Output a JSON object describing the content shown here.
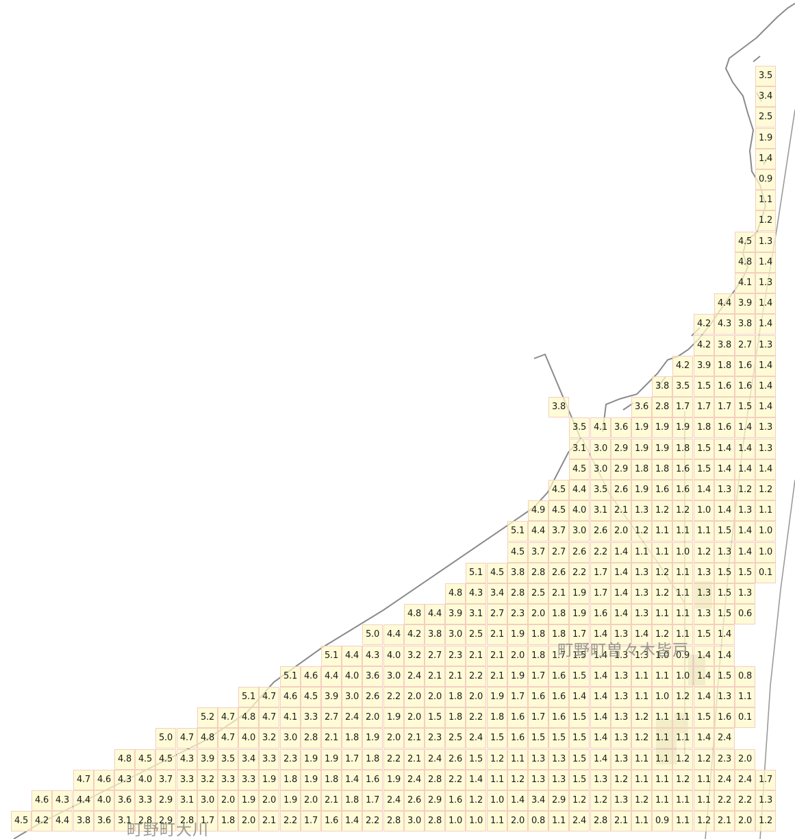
{
  "colors": {
    "cell_fill": "#fffac8",
    "cell_border": "#f3cfc0",
    "road": "#8a8a8a",
    "building": "#c8c8c0",
    "label": "#787878"
  },
  "place_labels": {
    "sogikaito": "町野町曽々木皆戸",
    "okawa": "町野町大川"
  },
  "rows": [
    {
      "start": 37,
      "values": [
        "3.5"
      ]
    },
    {
      "start": 37,
      "values": [
        "3.4"
      ]
    },
    {
      "start": 37,
      "values": [
        "2.5"
      ]
    },
    {
      "start": 37,
      "values": [
        "1.9"
      ]
    },
    {
      "start": 37,
      "values": [
        "1.4"
      ]
    },
    {
      "start": 37,
      "values": [
        "0.9"
      ]
    },
    {
      "start": 37,
      "values": [
        "1.1"
      ]
    },
    {
      "start": 37,
      "values": [
        "1.2"
      ]
    },
    {
      "start": 36,
      "values": [
        "4.5",
        "1.3"
      ]
    },
    {
      "start": 36,
      "values": [
        "4.8",
        "1.4"
      ]
    },
    {
      "start": 36,
      "values": [
        "4.1",
        "1.3"
      ]
    },
    {
      "start": 35,
      "values": [
        "4.4",
        "3.9",
        "1.4"
      ]
    },
    {
      "start": 34,
      "values": [
        "4.2",
        "4.3",
        "3.8",
        "1.4"
      ]
    },
    {
      "start": 34,
      "values": [
        "4.2",
        "3.8",
        "2.7",
        "1.3"
      ]
    },
    {
      "start": 33,
      "values": [
        "4.2",
        "3.9",
        "1.8",
        "1.6",
        "1.4"
      ]
    },
    {
      "start": 32,
      "values": [
        "3.8",
        "3.5",
        "1.5",
        "1.6",
        "1.6",
        "1.4"
      ]
    },
    {
      "start": 27,
      "values": [
        "3.8",
        null,
        null,
        null,
        "3.6",
        "2.8",
        "1.7",
        "1.7",
        "1.7",
        "1.5",
        "1.4"
      ]
    },
    {
      "start": 28,
      "values": [
        "3.5",
        "4.1",
        "3.6",
        "1.9",
        "1.9",
        "1.9",
        "1.8",
        "1.6",
        "1.4",
        "1.3"
      ]
    },
    {
      "start": 28,
      "values": [
        "3.1",
        "3.0",
        "2.9",
        "1.9",
        "1.9",
        "1.8",
        "1.5",
        "1.4",
        "1.4",
        "1.3"
      ]
    },
    {
      "start": 28,
      "values": [
        "4.5",
        "3.0",
        "2.9",
        "1.8",
        "1.8",
        "1.6",
        "1.5",
        "1.4",
        "1.4",
        "1.4"
      ]
    },
    {
      "start": 27,
      "values": [
        "4.5",
        "4.4",
        "3.5",
        "2.6",
        "1.9",
        "1.6",
        "1.6",
        "1.4",
        "1.3",
        "1.2",
        "1.2"
      ]
    },
    {
      "start": 26,
      "values": [
        "4.9",
        "4.5",
        "4.0",
        "3.1",
        "2.1",
        "1.3",
        "1.2",
        "1.2",
        "1.0",
        "1.4",
        "1.3",
        "1.1"
      ]
    },
    {
      "start": 25,
      "values": [
        "5.1",
        "4.4",
        "3.7",
        "3.0",
        "2.6",
        "2.0",
        "1.2",
        "1.1",
        "1.1",
        "1.1",
        "1.5",
        "1.4",
        "1.0"
      ]
    },
    {
      "start": 25,
      "values": [
        "4.5",
        "3.7",
        "2.7",
        "2.6",
        "2.2",
        "1.4",
        "1.1",
        "1.1",
        "1.0",
        "1.2",
        "1.3",
        "1.4",
        "1.0"
      ]
    },
    {
      "start": 23,
      "values": [
        "5.1",
        "4.5",
        "3.8",
        "2.8",
        "2.6",
        "2.2",
        "1.7",
        "1.4",
        "1.3",
        "1.2",
        "1.1",
        "1.3",
        "1.5",
        "1.5",
        "0.1"
      ]
    },
    {
      "start": 22,
      "values": [
        "4.8",
        "4.3",
        "3.4",
        "2.8",
        "2.5",
        "2.1",
        "1.9",
        "1.7",
        "1.4",
        "1.3",
        "1.2",
        "1.1",
        "1.3",
        "1.5",
        "1.3"
      ]
    },
    {
      "start": 20,
      "values": [
        "4.8",
        "4.4",
        "3.9",
        "3.1",
        "2.7",
        "2.3",
        "2.0",
        "1.8",
        "1.9",
        "1.6",
        "1.4",
        "1.3",
        "1.1",
        "1.1",
        "1.3",
        "1.5",
        "0.6"
      ]
    },
    {
      "start": 18,
      "values": [
        "5.0",
        "4.4",
        "4.2",
        "3.8",
        "3.0",
        "2.5",
        "2.1",
        "1.9",
        "1.8",
        "1.8",
        "1.7",
        "1.4",
        "1.3",
        "1.4",
        "1.2",
        "1.1",
        "1.5",
        "1.4"
      ]
    },
    {
      "start": 16,
      "values": [
        "5.1",
        "4.4",
        "4.3",
        "4.0",
        "3.2",
        "2.7",
        "2.3",
        "2.1",
        "2.1",
        "2.0",
        "1.8",
        "1.7",
        "1.5",
        "1.4",
        "1.3",
        "1.3",
        "1.0",
        "0.9",
        "1.4",
        "1.4"
      ]
    },
    {
      "start": 14,
      "values": [
        "5.1",
        "4.6",
        "4.4",
        "4.0",
        "3.6",
        "3.0",
        "2.4",
        "2.1",
        "2.1",
        "2.2",
        "2.1",
        "1.9",
        "1.7",
        "1.6",
        "1.5",
        "1.4",
        "1.3",
        "1.1",
        "1.1",
        "1.0",
        "1.4",
        "1.5",
        "0.8"
      ]
    },
    {
      "start": 12,
      "values": [
        "5.1",
        "4.7",
        "4.6",
        "4.5",
        "3.9",
        "3.0",
        "2.6",
        "2.2",
        "2.0",
        "2.0",
        "1.8",
        "2.0",
        "1.9",
        "1.7",
        "1.6",
        "1.6",
        "1.4",
        "1.4",
        "1.3",
        "1.1",
        "1.0",
        "1.2",
        "1.4",
        "1.3",
        "1.1"
      ]
    },
    {
      "start": 10,
      "values": [
        "5.2",
        "4.7",
        "4.8",
        "4.7",
        "4.1",
        "3.3",
        "2.7",
        "2.4",
        "2.0",
        "1.9",
        "2.0",
        "1.5",
        "1.8",
        "2.2",
        "1.8",
        "1.6",
        "1.7",
        "1.6",
        "1.5",
        "1.4",
        "1.3",
        "1.2",
        "1.1",
        "1.1",
        "1.5",
        "1.6",
        "0.1"
      ]
    },
    {
      "start": 8,
      "values": [
        "5.0",
        "4.7",
        "4.8",
        "4.7",
        "4.0",
        "3.2",
        "3.0",
        "2.8",
        "2.1",
        "1.8",
        "1.9",
        "2.0",
        "2.1",
        "2.3",
        "2.5",
        "2.4",
        "1.5",
        "1.6",
        "1.5",
        "1.5",
        "1.5",
        "1.4",
        "1.3",
        "1.2",
        "1.1",
        "1.1",
        "1.4",
        "2.4"
      ]
    },
    {
      "start": 6,
      "values": [
        "4.8",
        "4.5",
        "4.5",
        "4.3",
        "3.9",
        "3.5",
        "3.4",
        "3.3",
        "2.3",
        "1.9",
        "1.9",
        "1.7",
        "1.8",
        "2.2",
        "2.1",
        "2.4",
        "2.6",
        "1.5",
        "1.2",
        "1.1",
        "1.3",
        "1.3",
        "1.5",
        "1.4",
        "1.3",
        "1.1",
        "1.1",
        "1.2",
        "1.2",
        "2.3",
        "2.0"
      ]
    },
    {
      "start": 4,
      "values": [
        "4.7",
        "4.6",
        "4.3",
        "4.0",
        "3.7",
        "3.3",
        "3.2",
        "3.3",
        "3.3",
        "1.9",
        "1.8",
        "1.9",
        "1.8",
        "1.4",
        "1.6",
        "1.9",
        "2.4",
        "2.8",
        "2.2",
        "1.4",
        "1.1",
        "1.2",
        "1.3",
        "1.3",
        "1.5",
        "1.3",
        "1.2",
        "1.1",
        "1.1",
        "1.2",
        "1.1",
        "2.4",
        "2.4",
        "1.7"
      ]
    },
    {
      "start": 2,
      "values": [
        "4.6",
        "4.3",
        "4.4",
        "4.0",
        "3.6",
        "3.3",
        "2.9",
        "3.1",
        "3.0",
        "2.0",
        "1.9",
        "2.0",
        "1.9",
        "2.0",
        "2.1",
        "1.8",
        "1.7",
        "2.4",
        "2.6",
        "2.9",
        "1.6",
        "1.2",
        "1.0",
        "1.4",
        "3.4",
        "2.9",
        "1.2",
        "1.2",
        "1.3",
        "1.2",
        "1.1",
        "1.1",
        "1.1",
        "2.2",
        "2.2",
        "1.3"
      ]
    },
    {
      "start": 1,
      "values": [
        "4.5",
        "4.2",
        "4.4",
        "3.8",
        "3.6",
        "3.1",
        "2.8",
        "2.9",
        "2.8",
        "1.7",
        "1.8",
        "2.0",
        "2.1",
        "2.2",
        "1.7",
        "1.6",
        "1.4",
        "2.2",
        "2.8",
        "3.0",
        "2.8",
        "1.0",
        "1.0",
        "1.1",
        "2.0",
        "0.8",
        "1.1",
        "2.4",
        "2.8",
        "2.1",
        "1.1",
        "0.9",
        "1.1",
        "1.2",
        "2.1",
        "2.0",
        "1.2"
      ]
    }
  ]
}
